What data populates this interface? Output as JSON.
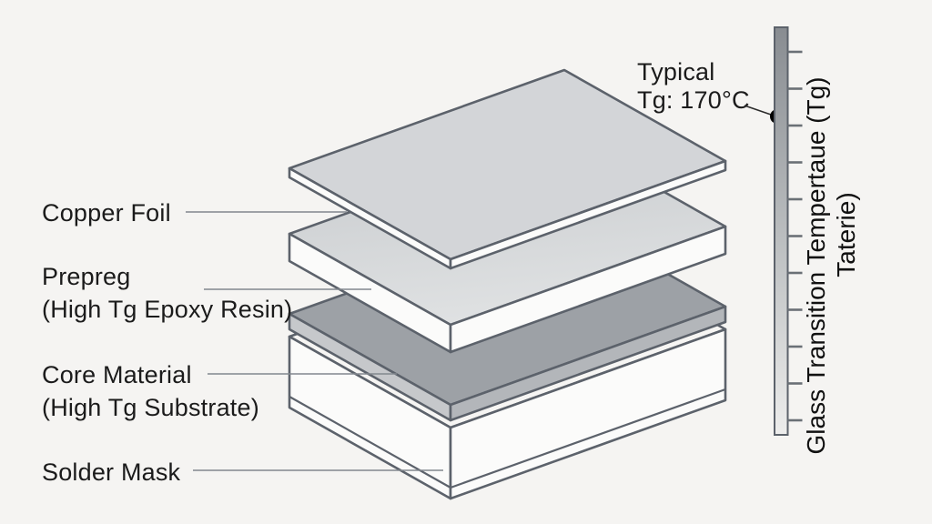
{
  "diagram_type": "pcb-high-tg-stackup-exploded-view",
  "layer_labels": {
    "copper_foil": "Copper Foil",
    "prepreg_line1": "Prepreg",
    "prepreg_line2": "(High Tg Epoxy Resin)",
    "core_line1": "Core Material",
    "core_line2": "(High Tg Substrate)",
    "solder_mask": "Solder Mask"
  },
  "annotation": {
    "line1": "Typical",
    "line2": "Tg: 170°C"
  },
  "tg_scale": {
    "label_line1": "Glass Transition Tempertaue (Tg)",
    "label_line2": "Taterie)",
    "tick_count": 11,
    "marker_value": "170°C"
  },
  "colors": {
    "background": "#f5f4f2",
    "outline": "#5c626b",
    "text": "#1b1b1b",
    "leader": "#82878e",
    "copper_top": "#d3d5d8",
    "prepreg_top": "#c7cacd",
    "prepreg_top_light": "#e0e2e3",
    "core_top": "#9da1a6",
    "core_side_left": "#c6c8cb",
    "core_side_right": "#b3b6ba",
    "side_white": "#fbfbfa",
    "mask_top": "#f6f5f3",
    "scale_bar_top": "#888c91",
    "scale_bar_mid": "#b9bcbe",
    "scale_bar_bottom": "#ededec",
    "marker_dot": "#000000"
  }
}
